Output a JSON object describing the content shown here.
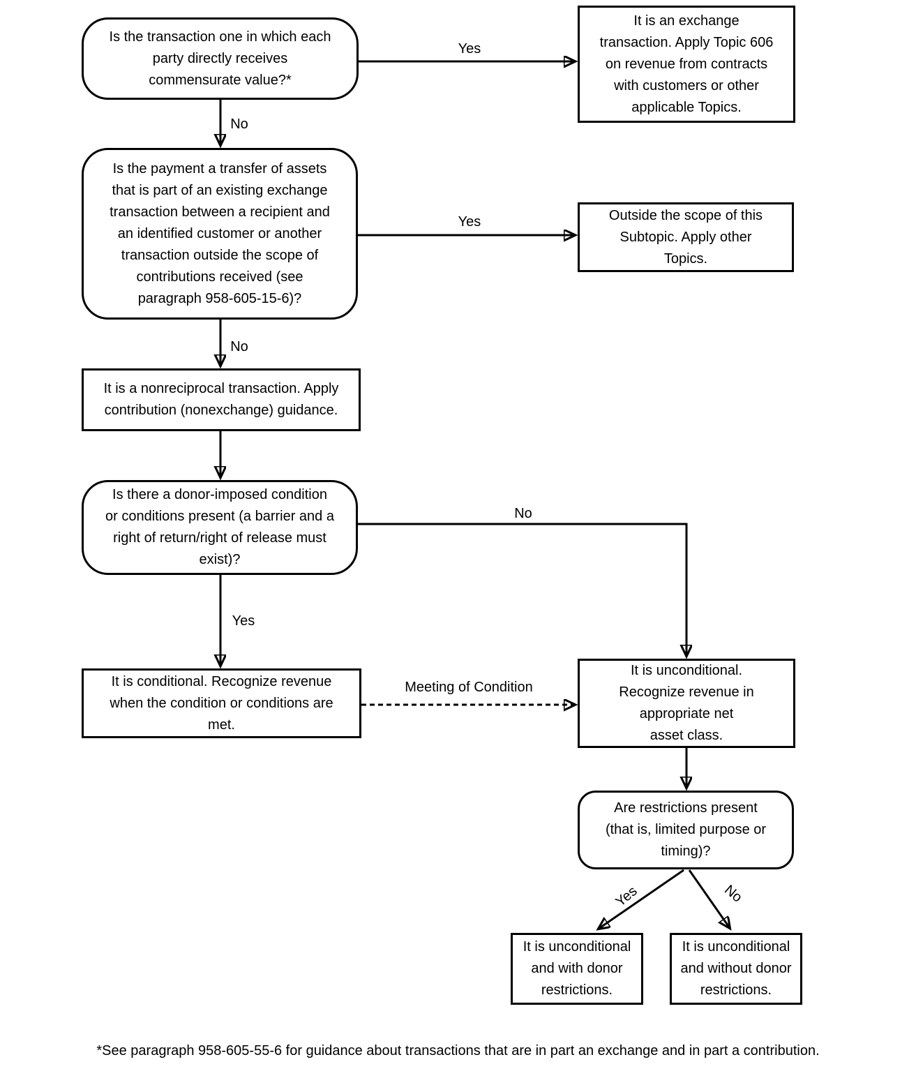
{
  "diagram": {
    "type": "flowchart",
    "topic": "Contribution (nonexchange) versus exchange transaction decision tree",
    "nodes": {
      "commensurate_question": {
        "shape": "rounded-decision",
        "text": "Is the transaction one in which each\nparty directly receives\ncommensurate value?*"
      },
      "exchange_outcome": {
        "shape": "rectangle",
        "text": "It is an exchange\ntransaction. Apply Topic 606\non revenue from contracts\nwith customers or other\napplicable Topics."
      },
      "transfer_question": {
        "shape": "rounded-decision",
        "text": "Is the payment a transfer of assets\nthat is part of an existing exchange\ntransaction between a recipient and\nan identified customer or another\ntransaction outside the scope of\ncontributions received (see\nparagraph 958-605-15-6)?"
      },
      "outside_scope_outcome": {
        "shape": "rectangle",
        "text": "Outside the scope of this\nSubtopic. Apply other\nTopics."
      },
      "nonreciprocal_statement": {
        "shape": "rectangle",
        "text": "It is a nonreciprocal transaction. Apply\ncontribution (nonexchange) guidance."
      },
      "condition_question": {
        "shape": "rounded-decision",
        "text": "Is there a donor-imposed condition\nor conditions present (a barrier and a\nright of return/right of release must\nexist)?"
      },
      "conditional_outcome": {
        "shape": "rectangle",
        "text": "It is conditional. Recognize revenue\nwhen the condition or conditions are\nmet."
      },
      "unconditional_outcome": {
        "shape": "rectangle",
        "text": "It is unconditional.\nRecognize revenue in\nappropriate net\nasset class."
      },
      "restrictions_question": {
        "shape": "rounded-decision",
        "text": "Are restrictions present\n(that is, limited purpose or\ntiming)?"
      },
      "with_restrictions_outcome": {
        "shape": "rectangle",
        "text": "It is unconditional\nand with donor\nrestrictions."
      },
      "without_restrictions_outcome": {
        "shape": "rectangle",
        "text": "It is unconditional\nand without donor\nrestrictions."
      }
    },
    "edge_labels": {
      "commensurate_yes": "Yes",
      "commensurate_no": "No",
      "transfer_yes": "Yes",
      "transfer_no": "No",
      "condition_no": "No",
      "condition_yes": "Yes",
      "meeting_of_condition": "Meeting of Condition",
      "restrictions_yes": "Yes",
      "restrictions_no": "No"
    },
    "footnote": "*See paragraph 958-605-55-6 for guidance about transactions that are in part an exchange and in part a contribution.",
    "colors": {
      "background": "#ffffff",
      "box_fill": "#ffffff",
      "box_border": "#000000",
      "line": "#000000",
      "text": "#000000"
    }
  }
}
